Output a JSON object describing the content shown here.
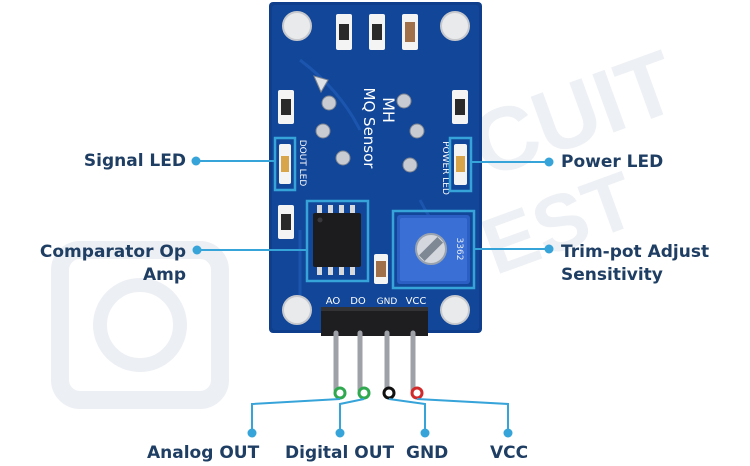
{
  "board": {
    "silkscreen_title": "MH",
    "silkscreen_subtitle": "MQ Sensor",
    "dout_led_label": "DOUT LED",
    "power_led_label": "POWER LED",
    "pin_ao": "AO",
    "pin_do": "DO",
    "pin_gnd": "GND",
    "pin_vcc": "VCC",
    "pot_marking": "3362",
    "pcb_color": "#0f3f8c",
    "highlight_color": "#36a3d9"
  },
  "watermark": {
    "text1": "CUIT",
    "text2": "EST"
  },
  "callouts": {
    "signal_led": "Signal LED",
    "power_led": "Power LED",
    "comparator_line1": "Comparator Op",
    "comparator_line2": "Amp",
    "trimpot_line1": "Trim-pot Adjust",
    "trimpot_line2": "Sensitivity",
    "analog_out": "Analog OUT",
    "digital_out": "Digital OUT",
    "gnd": "GND",
    "vcc": "VCC"
  }
}
